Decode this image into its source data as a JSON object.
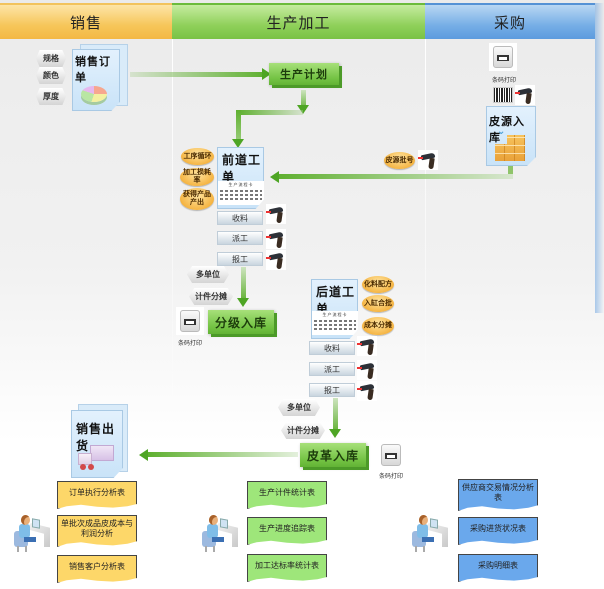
{
  "lanes": {
    "sales": "销售",
    "production": "生产加工",
    "purchase": "采购"
  },
  "sales_order": {
    "title": "销售订单",
    "tags": [
      "规格",
      "颜色",
      "厚度"
    ]
  },
  "production_plan": "生产计划",
  "front_work_order": {
    "title": "前道工单",
    "form_title": "生产流程卡",
    "tags": [
      "工序循环",
      "加工损耗率",
      "获得产品产出"
    ],
    "steps": [
      "收料",
      "派工",
      "报工"
    ]
  },
  "graded_storage": {
    "label": "分级入库",
    "tags": [
      "多单位",
      "计件分摊"
    ],
    "printer_caption": "条码打印"
  },
  "back_work_order": {
    "title": "后道工单",
    "form_title": "生产流程卡",
    "tags": [
      "化料配方",
      "入缸合批",
      "成本分摊"
    ],
    "steps": [
      "收料",
      "派工",
      "报工"
    ]
  },
  "finished_storage": {
    "label": "皮革入库",
    "tags": [
      "多单位",
      "计件分摊"
    ],
    "printer_caption": "条码打印"
  },
  "sales_shipment": {
    "title": "销售出货"
  },
  "raw_hide_storage": {
    "title": "皮源入库",
    "printer_caption": "条码打印",
    "batch_tag": "皮源批号"
  },
  "reports": {
    "sales": [
      "订单执行分析表",
      "单批次成品皮成本与利润分析",
      "销售客户分析表"
    ],
    "production": [
      "生产计件统计表",
      "生产进度追踪表",
      "加工达标率统计表"
    ],
    "purchase": [
      "供应商交易情况分析表",
      "采购进货状况表",
      "采购明细表"
    ]
  },
  "colors": {
    "sales_lane": "#f6c65a",
    "production_lane": "#7ac245",
    "purchase_lane": "#5c9bde",
    "arrow": "#4ea524",
    "report_sales": "#fdd769",
    "report_production": "#9ee67a",
    "report_purchase": "#6aa8ec",
    "tag_oval": "#f5b544"
  }
}
